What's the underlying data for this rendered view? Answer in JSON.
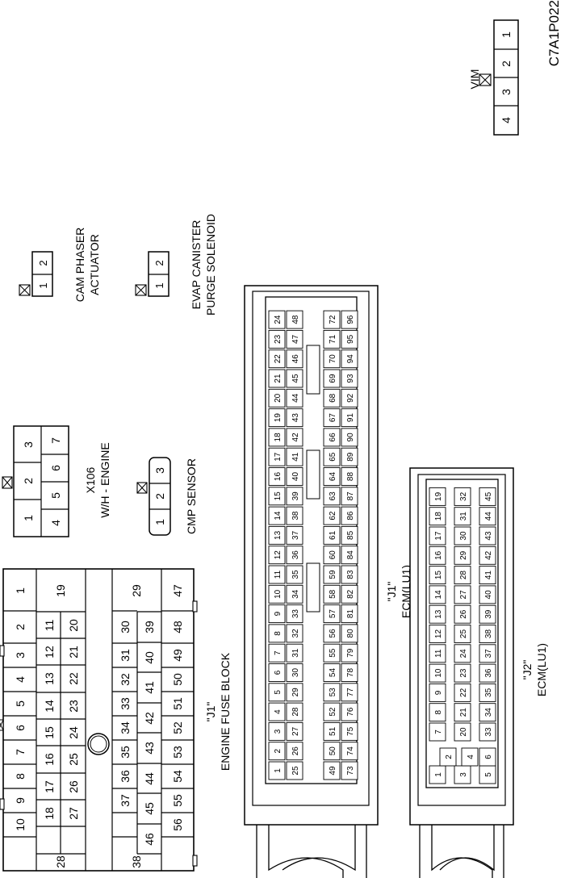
{
  "figure_id": "C7A1P022",
  "vim": {
    "name": "VIM",
    "pins": [
      "1",
      "2",
      "3",
      "4"
    ]
  },
  "cam_phaser": {
    "name_line1": "CAM PHASER",
    "name_line2": "ACTUATOR",
    "pins": [
      "1",
      "2"
    ]
  },
  "evap": {
    "name_line1": "EVAP CANISTER",
    "name_line2": "PURGE SOLENOID",
    "pins": [
      "1",
      "2"
    ]
  },
  "x106": {
    "name_line1": "X106",
    "name_line2": "W/H - ENGINE",
    "row1": [
      "1",
      "2",
      "3"
    ],
    "row2": [
      "4",
      "5",
      "6",
      "7"
    ]
  },
  "cmp": {
    "name": "CMP SENSOR",
    "pins": [
      "1",
      "2",
      "3"
    ]
  },
  "fuse_block": {
    "name_line1": "\"J1\"",
    "name_line2": "ENGINE FUSE BLOCK",
    "row1": [
      "1",
      "2",
      "3",
      "4",
      "5",
      "6",
      "7",
      "8",
      "9",
      "10"
    ],
    "row2": [
      "19",
      "11",
      "12",
      "13",
      "14",
      "15",
      "16",
      "17",
      "18"
    ],
    "row3": [
      "20",
      "21",
      "22",
      "23",
      "24",
      "25",
      "26",
      "27",
      "28"
    ],
    "row4": [
      "29",
      "30",
      "31",
      "32",
      "33",
      "34",
      "35",
      "36",
      "37",
      "38"
    ],
    "row5": [
      "39",
      "40",
      "41",
      "42",
      "43",
      "44",
      "45",
      "46"
    ],
    "row6": [
      "47",
      "48",
      "49",
      "50",
      "51",
      "52",
      "53",
      "54",
      "55",
      "56"
    ]
  },
  "ecm_j1": {
    "name_line1": "\"J1\"",
    "name_line2": "ECM(LU1)"
  },
  "ecm_j2": {
    "name_line1": "\"J2\"",
    "name_line2": "ECM(LU1)"
  }
}
